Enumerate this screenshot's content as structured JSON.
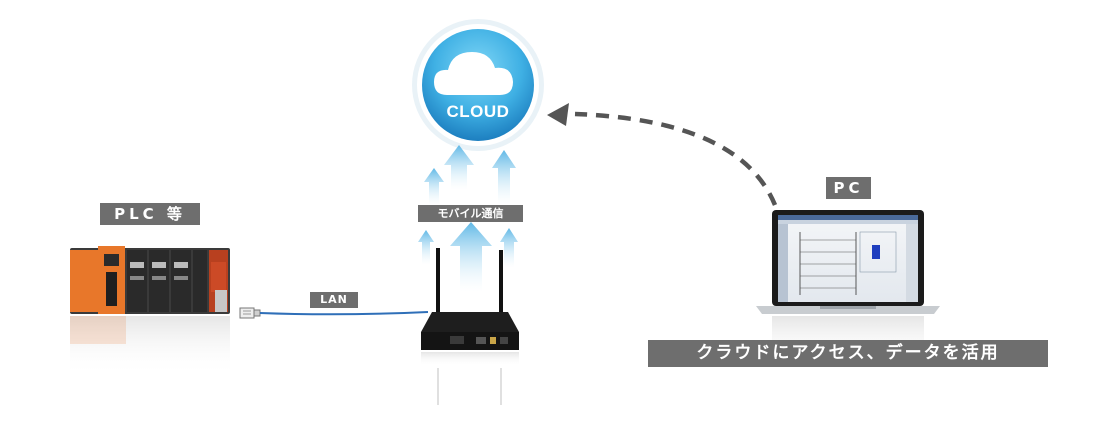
{
  "cloud": {
    "label": "CLOUD"
  },
  "plc": {
    "label": "PLC 等"
  },
  "lan": {
    "label": "LAN"
  },
  "mobile": {
    "label": "モバイル通信"
  },
  "pc": {
    "label": "PC"
  },
  "caption": {
    "text": "クラウドにアクセス、データを活用"
  },
  "icons": [
    "cloud-icon",
    "plc-rack-icon",
    "ethernet-connector-icon",
    "gateway-router-icon",
    "laptop-icon"
  ],
  "colors": {
    "tag_background": "#6e6e6e",
    "cloud_blue": "#3fb0e4",
    "arrow_blue": "#5fb8e6",
    "lan_cable": "#2f6fb8",
    "plc_orange": "#e8772a",
    "dashed_arrow": "#555555"
  }
}
